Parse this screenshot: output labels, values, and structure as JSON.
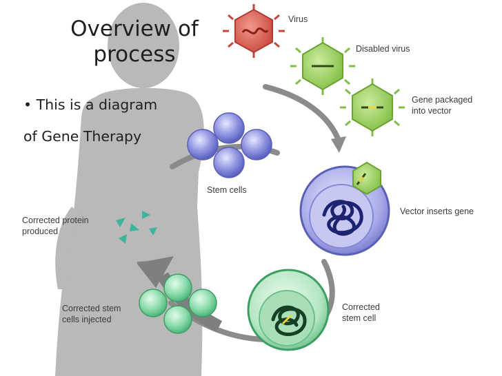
{
  "slide": {
    "title_line1": "Overview of",
    "title_line2": "process",
    "bullet_symbol": "•",
    "bullet_line1": "This is a diagram",
    "bullet_line2": "of Gene Therapy"
  },
  "diagram": {
    "virus": "Virus",
    "disabled_virus": "Disabled virus",
    "gene_packaged_line1": "Gene packaged",
    "gene_packaged_line2": "into vector",
    "stem_cells": "Stem cells",
    "vector_inserts_gene": "Vector inserts gene",
    "corrected_protein_line1": "Corrected protein",
    "corrected_protein_line2": "produced",
    "corrected_stem_cells_injected_line1": "Corrected stem",
    "corrected_stem_cells_injected_line2": "cells injected",
    "corrected_stem_cell_line1": "Corrected",
    "corrected_stem_cell_line2": "stem cell"
  },
  "colors": {
    "background": "#ffffff",
    "silhouette": "#b7b7b7",
    "cycle_arrow": "#8a8a8a",
    "virus_red": "#d9534f",
    "virus_green": "#8fc951",
    "stem_cell_blue": "#6f74c9",
    "corrected_cell_green": "#5fc28e",
    "protein_teal": "#3db59a"
  }
}
